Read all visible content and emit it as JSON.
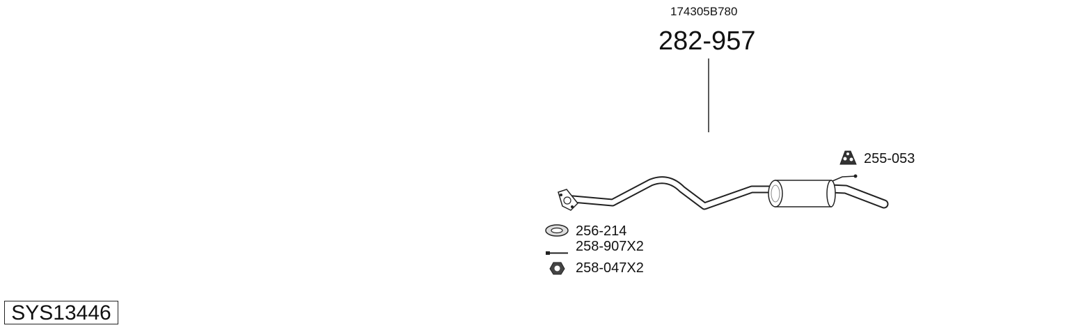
{
  "diagram": {
    "oem_number": "174305B780",
    "main_part_number": "282-957",
    "system_id": "SYS13446",
    "parts": [
      {
        "number": "255-053",
        "icon": "rubber-mount-icon"
      },
      {
        "number": "256-214",
        "icon": "gasket-ring-icon"
      },
      {
        "number": "258-907X2",
        "icon": "bolt-icon"
      },
      {
        "number": "258-047X2",
        "icon": "nut-icon"
      }
    ]
  },
  "colors": {
    "line": "#222222",
    "fill": "#ffffff",
    "shade": "#888888"
  }
}
